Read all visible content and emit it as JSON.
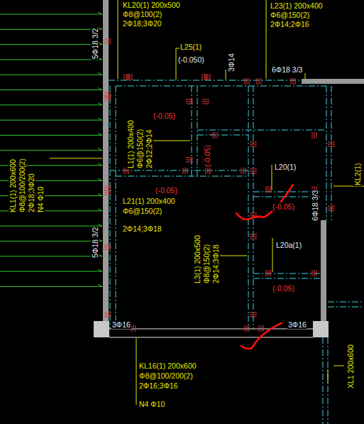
{
  "diagram": {
    "labels": [
      "KL20(1) 200x500",
      "Φ8@100(2)",
      "2Φ18;3Φ20",
      "L23(1) 200x400",
      "Φ6@150(2)",
      "2Φ14;2Φ16",
      "5Φ18 3/2",
      "L25(1)",
      "(-0.050)",
      "3Φ14",
      "6Φ18 3/3",
      "KL1(1) 200x600",
      "Φ8@100/200(2)",
      "2Φ18;3Φ20",
      "N4 Φ10",
      "L1(1) 200x400",
      "Φ6@150(2)",
      "2Φ12;2Φ14",
      "(-0.05)",
      "(-0.05)",
      "L20(1)",
      "KL2(1)",
      "(-0.05)",
      "L21(1) 200x400",
      "Φ6@150(2)",
      "2Φ14;3Φ18",
      "(-0.05)",
      "6Φ18 3/3",
      "5Φ18 3/2",
      "L3(1) 200x500",
      "Φ8@150(2)",
      "2Φ14;3Φ18",
      "L20a(1)",
      "(-0.05)",
      "3Φ16",
      "3Φ16",
      "KL16(1) 200x600",
      "Φ8@100/200(2)",
      "2Φ16;3Φ16",
      "N4 Φ10",
      "XL1 200x600"
    ]
  }
}
